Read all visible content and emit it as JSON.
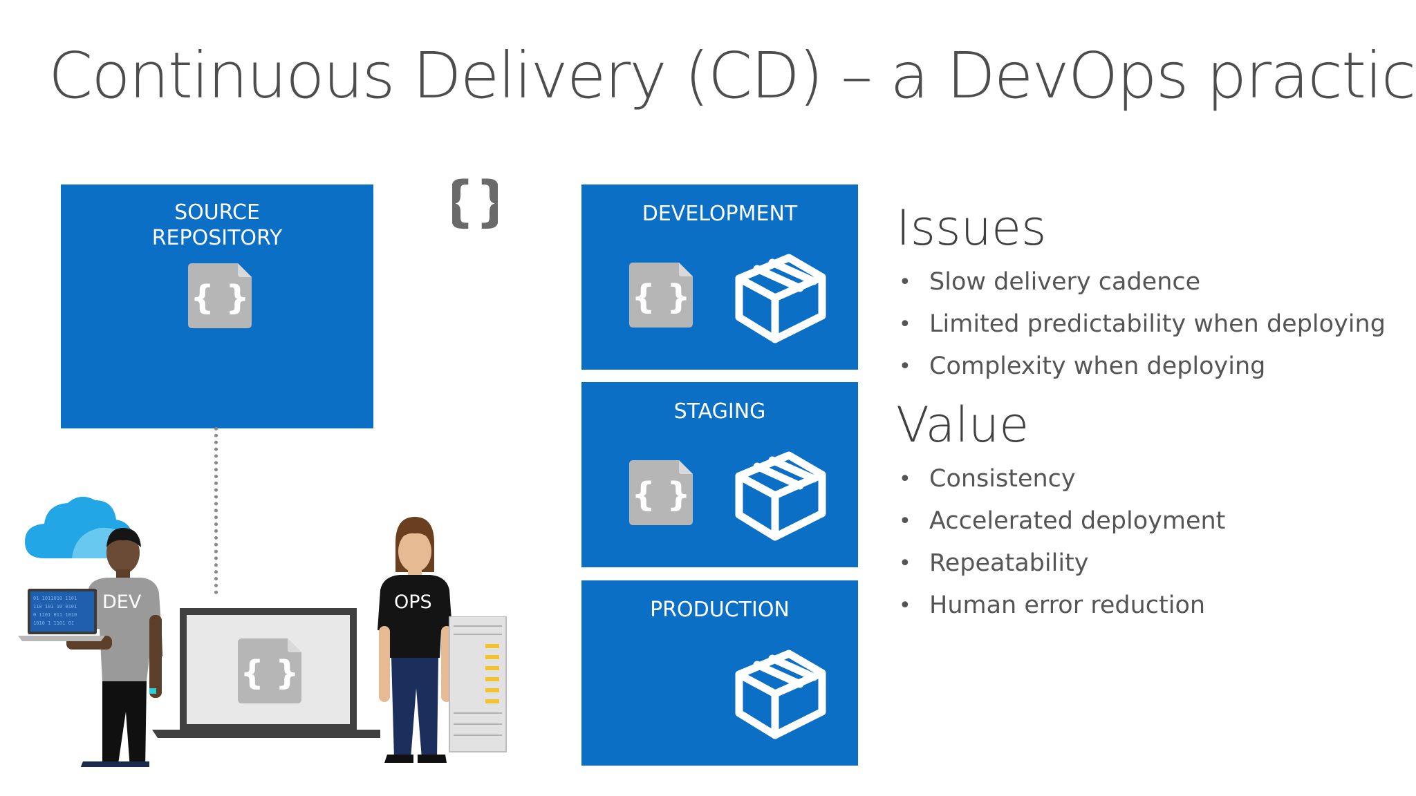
{
  "title": "Continuous Delivery (CD) – a DevOps practice",
  "colors": {
    "tile_blue": "#0a6fc5",
    "doc_gray": "#b5b5b5",
    "title_text": "#4d4d4d"
  },
  "source_repository": {
    "label": "SOURCE REPOSITORY",
    "icon": "code-file-icon"
  },
  "loose_icon": "curly-braces-icon",
  "environments": [
    {
      "label": "DEVELOPMENT",
      "icons": [
        "code-file-icon",
        "package-box-icon"
      ]
    },
    {
      "label": "STAGING",
      "icons": [
        "code-file-icon",
        "package-box-icon"
      ]
    },
    {
      "label": "PRODUCTION",
      "icons": [
        "package-box-icon"
      ]
    }
  ],
  "people": {
    "dev": {
      "shirt_label": "DEV",
      "icons": [
        "cloud-icon",
        "laptop-icon"
      ]
    },
    "ops": {
      "shirt_label": "OPS",
      "icons": [
        "server-rack-icon"
      ]
    },
    "center_laptop": {
      "icon": "laptop-code-icon"
    }
  },
  "issues": {
    "heading": "Issues",
    "items": [
      "Slow delivery cadence",
      "Limited predictability when deploying",
      "Complexity when deploying"
    ]
  },
  "value": {
    "heading": "Value",
    "items": [
      "Consistency",
      "Accelerated deployment",
      "Repeatability",
      "Human error reduction"
    ]
  }
}
